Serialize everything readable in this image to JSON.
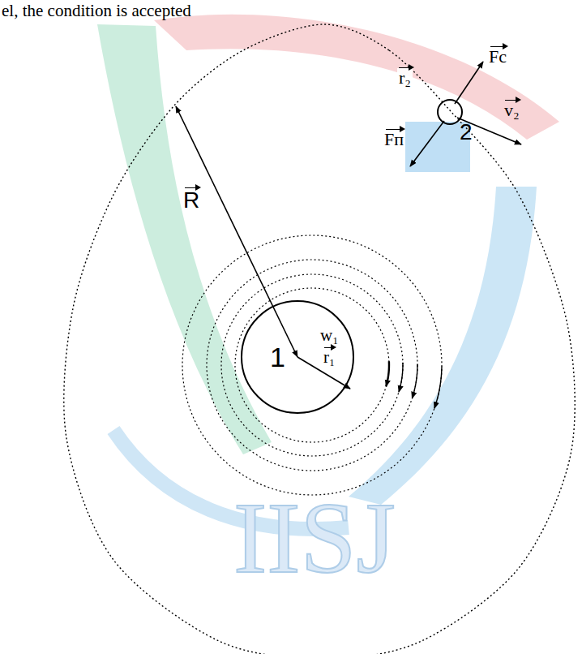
{
  "diagram": {
    "nodes": [
      {
        "text": [
          "1",
          "w₁",
          "r₁"
        ]
      },
      {
        "text": [
          "2"
        ]
      }
    ],
    "labels": [
      "el, the condition is accepted",
      "R",
      "r₂",
      "Fc",
      "Fп",
      "v₂",
      "IISJ"
    ]
  }
}
